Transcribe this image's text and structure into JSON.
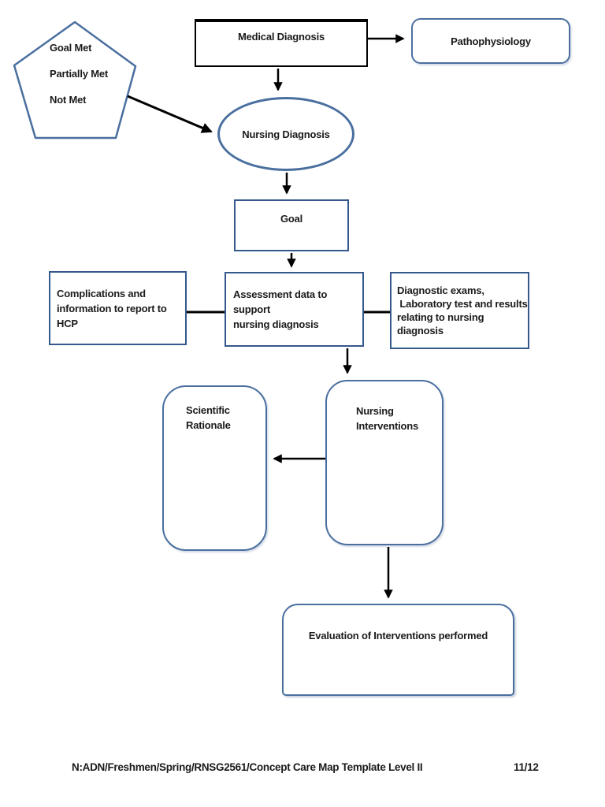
{
  "colors": {
    "rect_border": "#35598c",
    "rounded_border": "#4a6f9f",
    "arrow": "#000000"
  },
  "pentagon": {
    "items": [
      "Goal Met",
      "Partially Met",
      "Not Met"
    ]
  },
  "nodes": {
    "medical_diagnosis": "Medical Diagnosis",
    "pathophysiology": "Pathophysiology",
    "nursing_diagnosis": "Nursing Diagnosis",
    "goal": "Goal",
    "complications": {
      "lines": [
        "Complications and",
        "information to report to HCP"
      ]
    },
    "assessment": {
      "lines": [
        "Assessment data to support",
        "nursing diagnosis"
      ]
    },
    "diagnostic": {
      "lines": [
        "Diagnostic exams,",
        " Laboratory test and results",
        "relating to nursing diagnosis"
      ]
    },
    "scientific_rationale": {
      "lines": [
        "Scientific",
        "Rationale"
      ]
    },
    "nursing_interventions": {
      "lines": [
        "Nursing",
        "Interventions"
      ]
    },
    "evaluation": "Evaluation of Interventions performed"
  },
  "footer": {
    "path": "N:ADN/Freshmen/Spring/RNSG2561/Concept Care Map Template Level II",
    "page": "11/12"
  }
}
